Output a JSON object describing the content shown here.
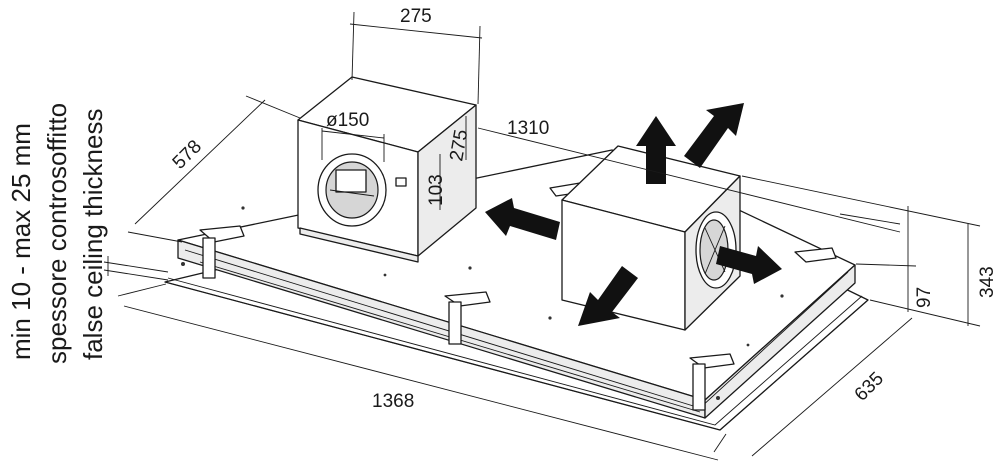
{
  "notes": {
    "line1": "min 10 - max 25 mm",
    "line2": "spessore controsoffitto",
    "line3": "false ceiling thickness"
  },
  "dimensions": {
    "box_width_top": "275",
    "depth_578": "578",
    "diameter": "ø150",
    "length_1310": "1310",
    "box_height_275": "275",
    "outlet_103": "103",
    "overall_length": "1368",
    "overall_depth": "635",
    "overall_height": "343",
    "panel_height": "97"
  }
}
